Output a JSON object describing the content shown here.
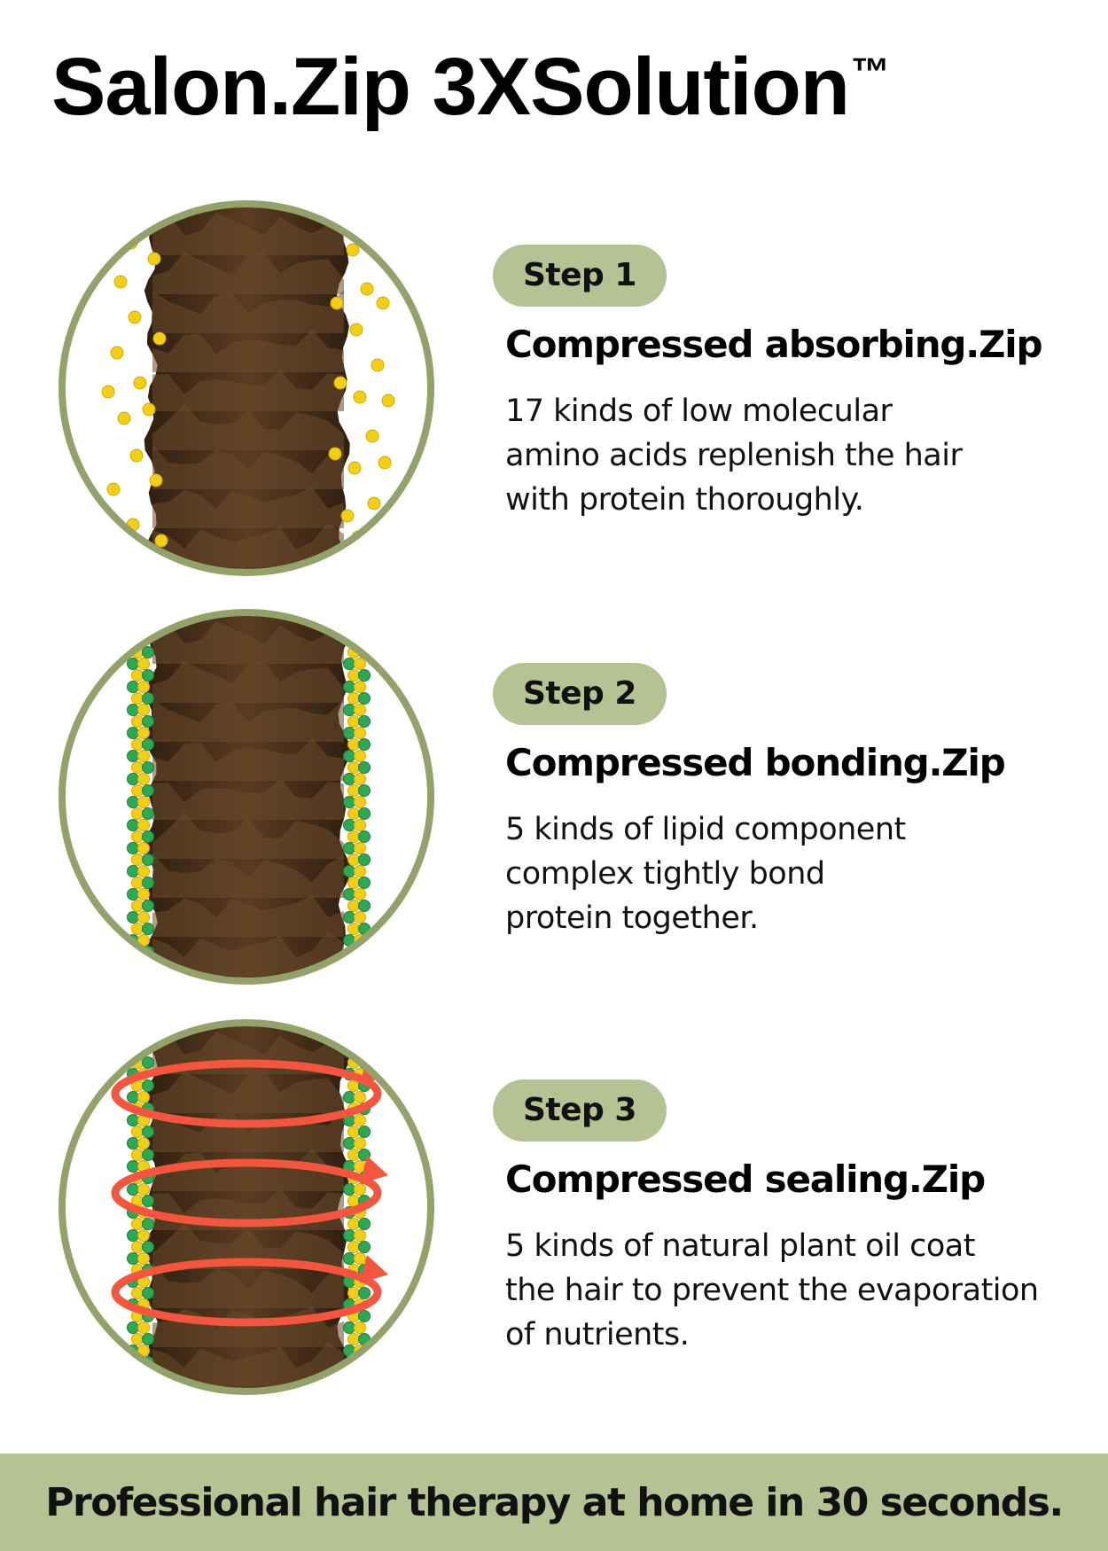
{
  "title": {
    "main": "Salon.Zip 3XSolution",
    "trademark": "™"
  },
  "colors": {
    "accent_green": "#b5c293",
    "circle_ring": "#93a26b",
    "hair_brown": "#3e2a17",
    "amino_yellow": "#f2cf16",
    "lipid_green": "#2ea852",
    "seal_red": "#f2563e"
  },
  "steps": [
    {
      "badge": "Step 1",
      "heading": "Compressed absorbing.Zip",
      "description": "17 kinds of low molecular\namino acids replenish the hair\nwith protein thoroughly.",
      "icon": "hair-strand-amino-acid-icon"
    },
    {
      "badge": "Step 2",
      "heading": "Compressed bonding.Zip",
      "description": "5 kinds of lipid component\ncomplex tightly bond\nprotein together.",
      "icon": "hair-strand-lipid-bond-icon"
    },
    {
      "badge": "Step 3",
      "heading": "Compressed sealing.Zip",
      "description": "5 kinds of natural plant oil coat\nthe hair to prevent the evaporation\nof nutrients.",
      "icon": "hair-strand-oil-seal-icon"
    }
  ],
  "footer": {
    "text": "Professional hair therapy at home in 30 seconds."
  }
}
